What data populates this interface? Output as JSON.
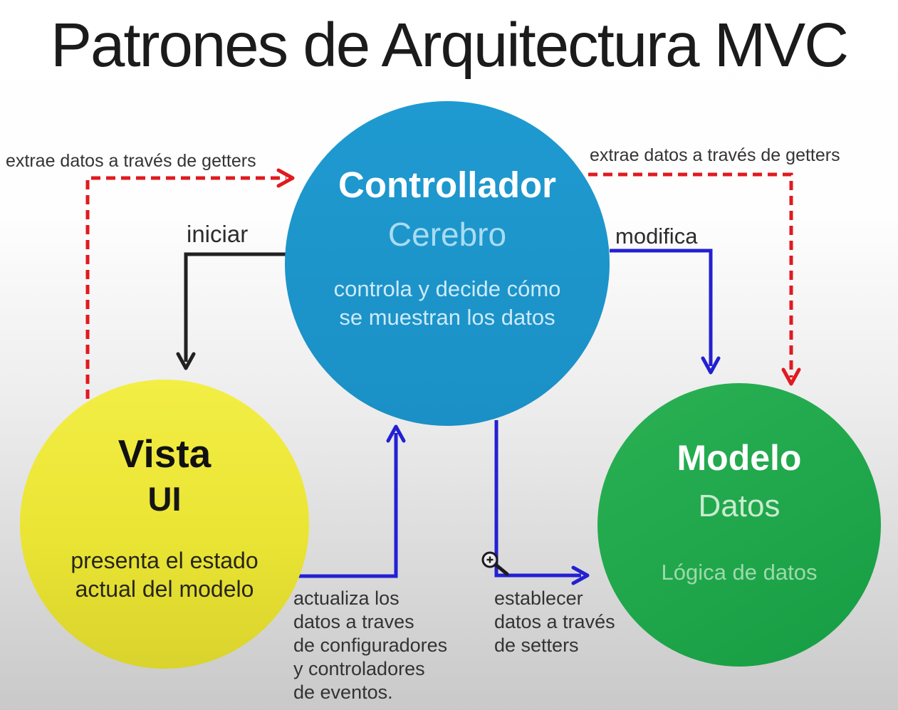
{
  "title": "Patrones de Arquitectura MVC",
  "nodes": {
    "controller": {
      "name": "Controllador",
      "subtitle": "Cerebro",
      "description": "controla y decide cómo\nse muestran los datos"
    },
    "view": {
      "name": "Vista",
      "subtitle": "UI",
      "description": "presenta el estado\nactual del modelo"
    },
    "model": {
      "name": "Modelo",
      "subtitle": "Datos",
      "description": "Lógica de datos"
    }
  },
  "edges": {
    "extrae_left": {
      "label": "extrae datos a través de getters",
      "style": "red-dashed",
      "from": "view",
      "to": "controller"
    },
    "extrae_right": {
      "label": "extrae datos a través de getters",
      "style": "red-dashed",
      "from": "controller",
      "to": "model"
    },
    "iniciar": {
      "label": "iniciar",
      "style": "black-solid",
      "from": "controller",
      "to": "view"
    },
    "modifica": {
      "label": "modifica",
      "style": "blue-solid",
      "from": "controller",
      "to": "model"
    },
    "actualiza": {
      "label": "actualiza los\ndatos a traves\nde configuradores\ny controladores\nde eventos.",
      "style": "blue-solid",
      "from": "view",
      "to": "controller"
    },
    "establecer": {
      "label": "establecer\ndatos a través\nde setters",
      "style": "blue-solid",
      "from": "controller",
      "to": "model"
    }
  },
  "icons": {
    "zoom_cursor": "zoom-in-cursor"
  },
  "colors": {
    "controller_blue": "#1d97cd",
    "view_yellow": "#ece63a",
    "model_green": "#1ea44a",
    "arrow_red": "#e01a1f",
    "arrow_blue": "#2320d2",
    "arrow_black": "#212121",
    "label_text": "#343434",
    "background_top": "#ffffff",
    "background_bottom": "#c9c9c9"
  }
}
